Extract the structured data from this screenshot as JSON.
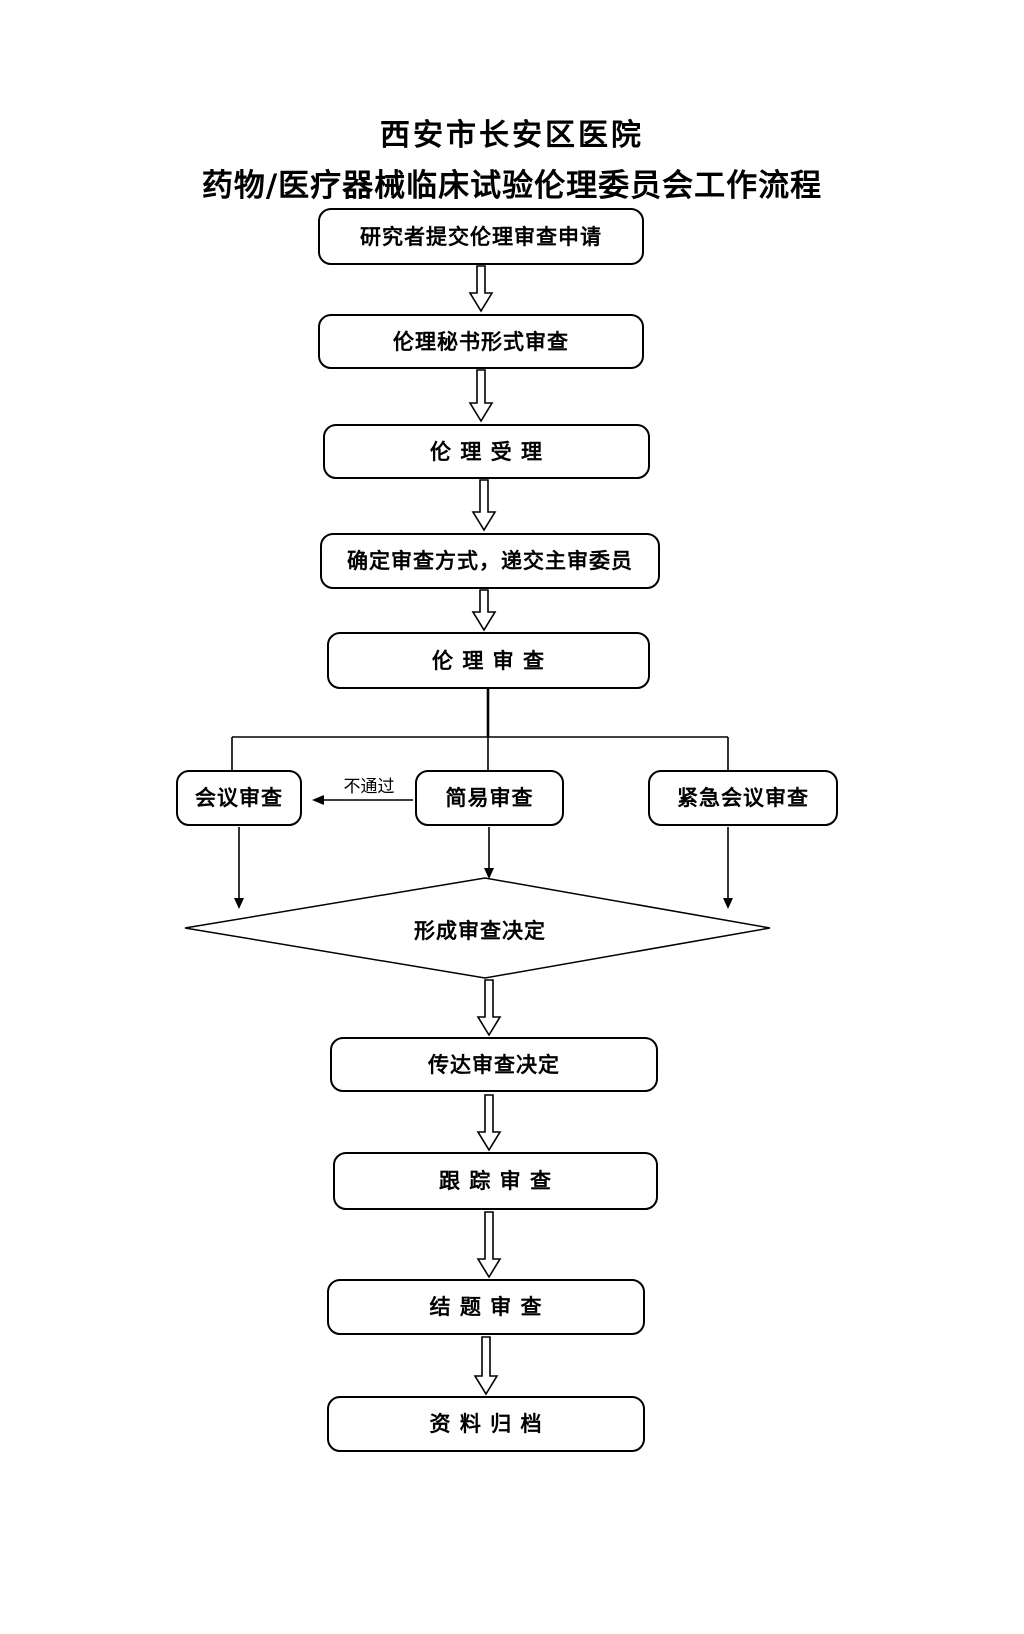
{
  "document": {
    "title": "西安市长安区医院",
    "subtitle": "药物/医疗器械临床试验伦理委员会工作流程"
  },
  "flowchart": {
    "steps": [
      {
        "label": "研究者提交伦理审查申请"
      },
      {
        "label": "伦理秘书形式审查"
      },
      {
        "label": "伦 理 受 理"
      },
      {
        "label": "确定审查方式，递交主审委员"
      },
      {
        "label": "伦 理 审 查"
      }
    ],
    "branches": [
      {
        "label": "会议审查"
      },
      {
        "label": "简易审查"
      },
      {
        "label": "紧急会议审查"
      }
    ],
    "branch_edge_label": "不通过",
    "decision": {
      "label": "形成审查决定"
    },
    "tail_steps": [
      {
        "label": "传达审查决定"
      },
      {
        "label": "跟 踪 审 查"
      },
      {
        "label": "结 题 审 查"
      },
      {
        "label": "资 料 归 档"
      }
    ]
  }
}
